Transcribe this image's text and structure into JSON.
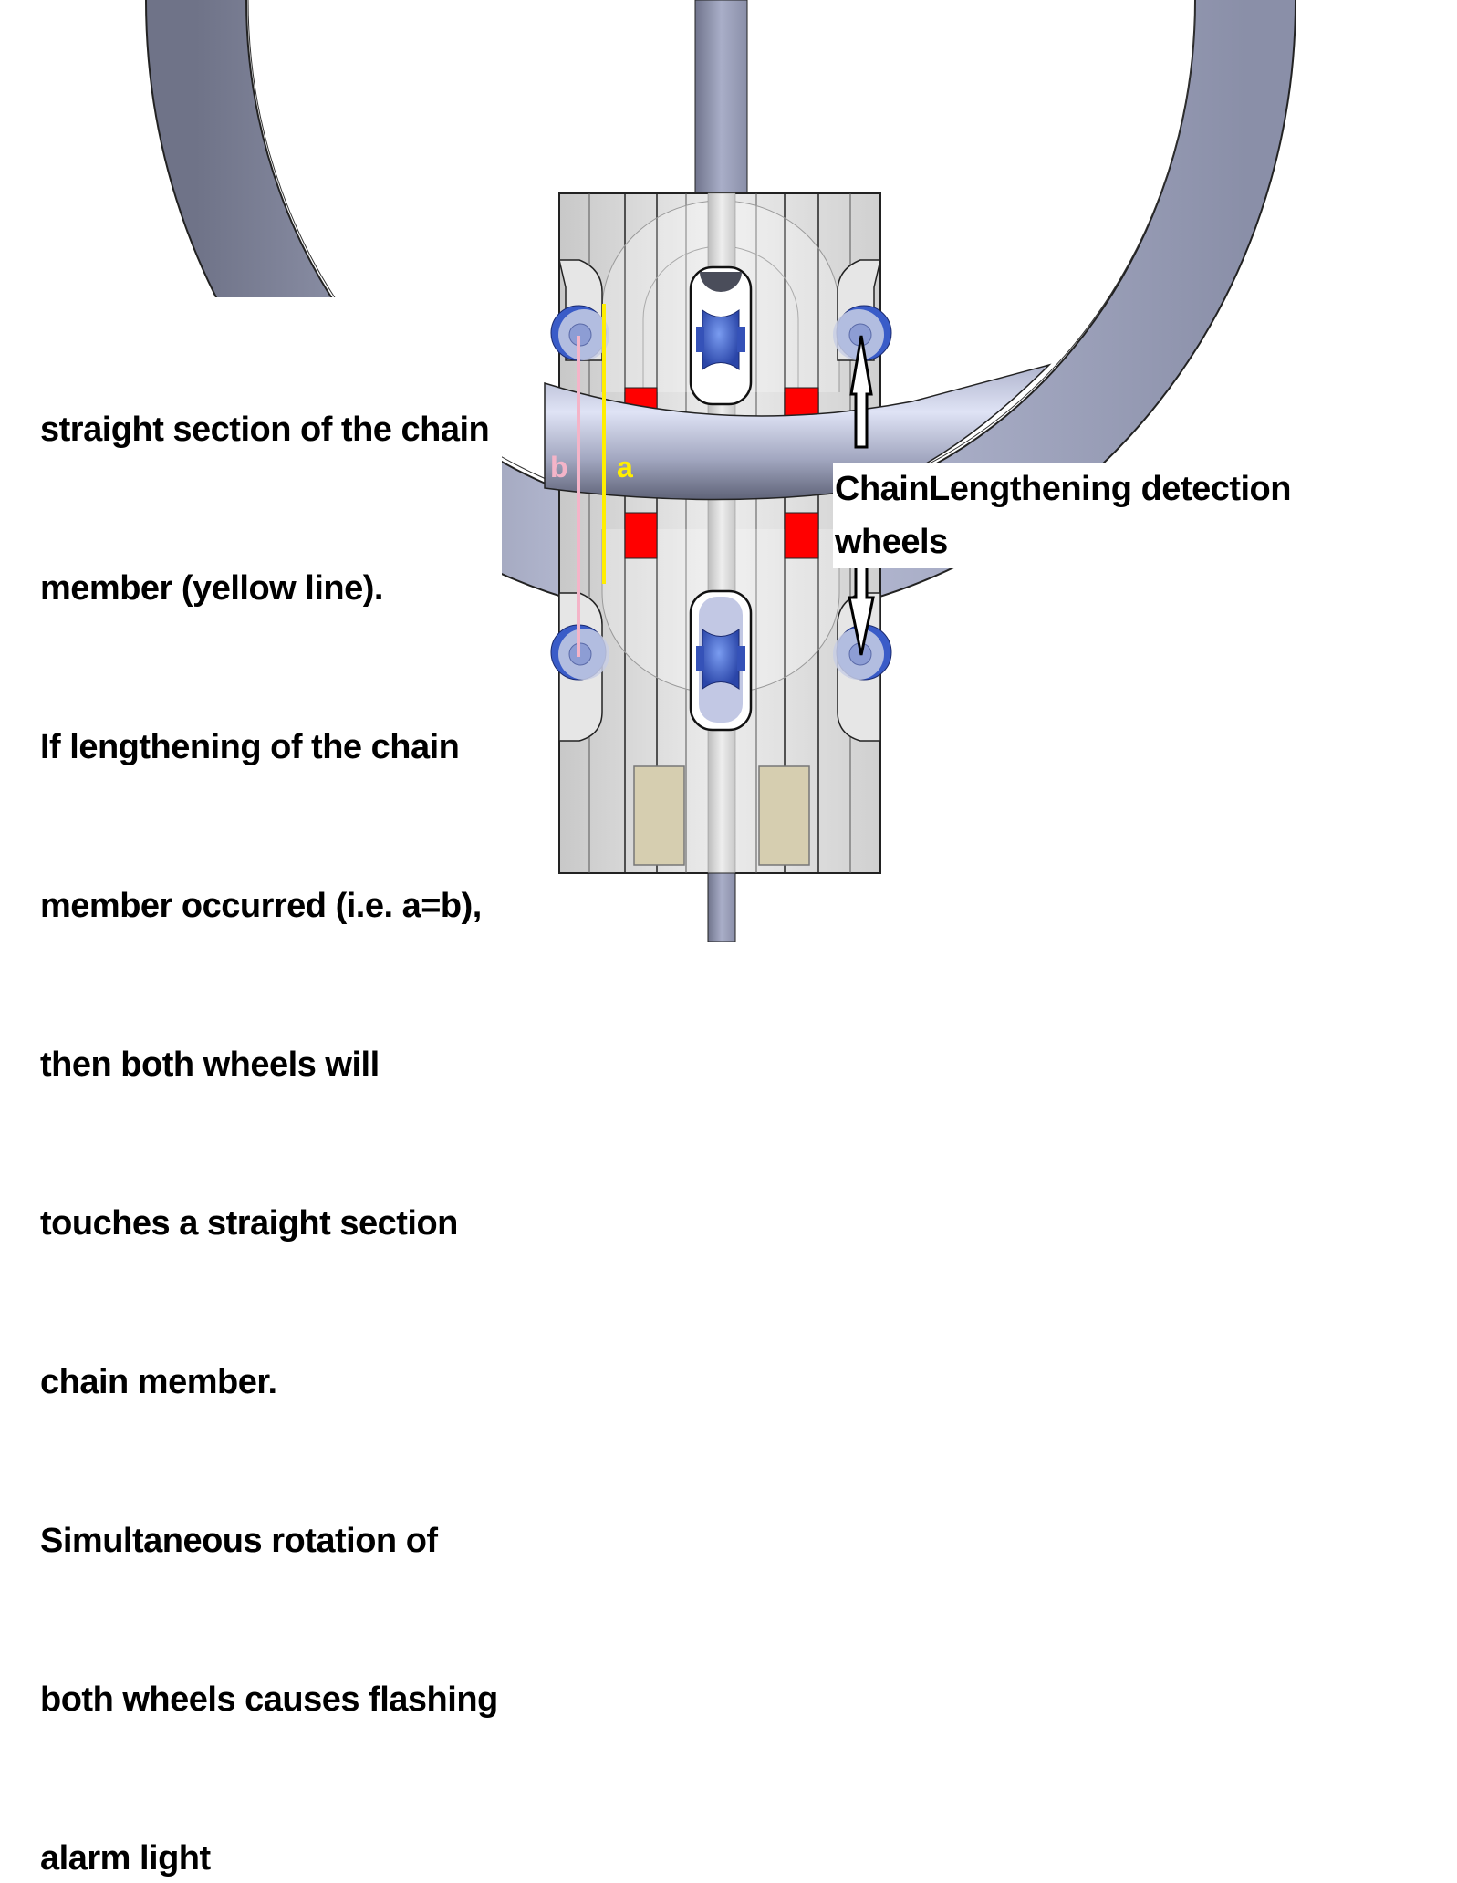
{
  "diagram": {
    "title": "Chain lengthening detection mechanism",
    "left_annotation": {
      "lines": [
        "straight section of the chain",
        "member (yellow line).",
        "If lengthening of the chain",
        "member occurred (i.e. a=b),",
        "then both wheels will",
        "touches a straight section",
        "chain member.",
        "Simultaneous rotation of",
        "both wheels causes flashing",
        "alarm light"
      ]
    },
    "right_annotation": {
      "lines": [
        "ChainLengthening detection",
        "wheels"
      ]
    },
    "dimension_labels": {
      "a": "a",
      "b": "b"
    },
    "colors": {
      "chain_steel": "#b4bad6",
      "block_grey": "#dcdcdc",
      "wheel_blue": "#3a5cc8",
      "marker_red": "#ff0000",
      "pad_tan": "#d6ceb0",
      "line_a_yellow": "#ffee00",
      "line_b_pink": "#f4b4c8"
    }
  }
}
